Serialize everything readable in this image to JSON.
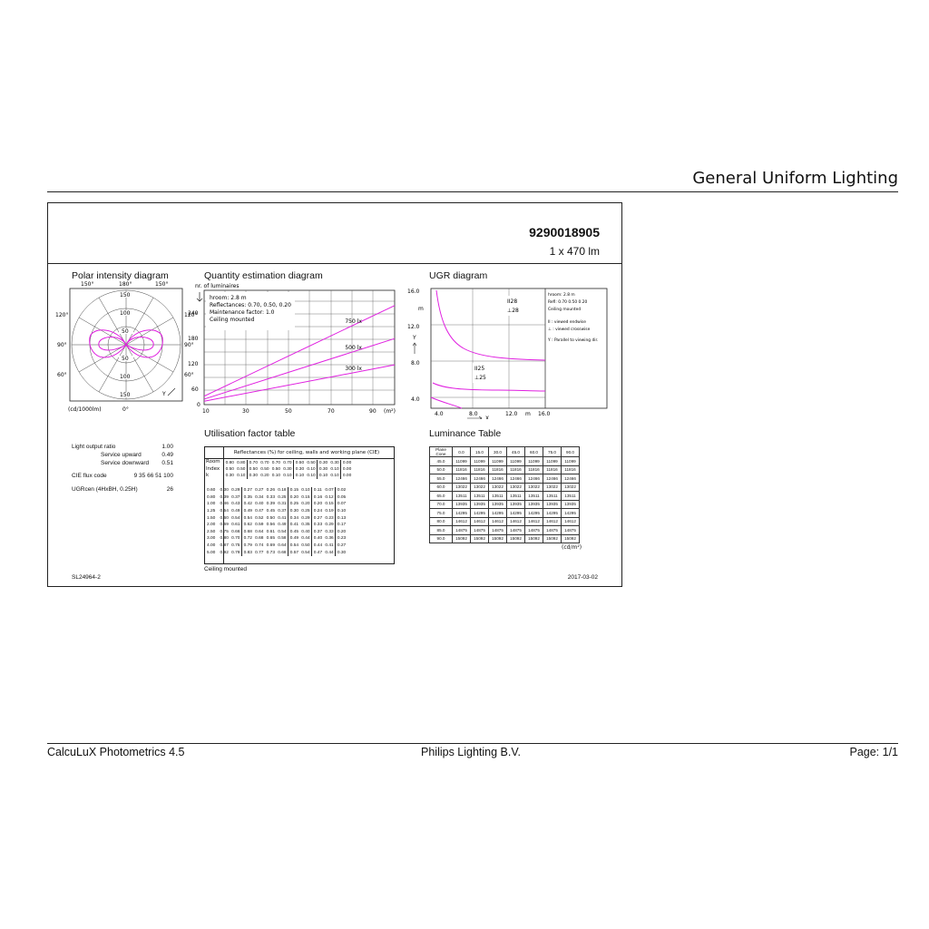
{
  "header": {
    "title": "General Uniform Lighting"
  },
  "sheet": {
    "product_number": "9290018905",
    "lamp_flux": "1 x 470 lm",
    "doc_code": "SL24964-2",
    "date": "2017-03-02"
  },
  "polar": {
    "title": "Polar intensity diagram",
    "top_labels": [
      "150°",
      "180°",
      "150°"
    ],
    "left_labels": [
      "120°",
      "90°",
      "60°"
    ],
    "right_labels": [
      "120°",
      "90°",
      "60°"
    ],
    "ring_labels": [
      "150",
      "100",
      "50",
      "50",
      "100",
      "150"
    ],
    "unit": "(cd/1000lm)",
    "bottom_angle": "0°",
    "gamma_label": "Y"
  },
  "quantity": {
    "title": "Quantity estimation diagram",
    "ylabel": "nr. of luminaires",
    "yticks": [
      "240",
      "180",
      "120",
      "60",
      "0"
    ],
    "xticks": [
      "10",
      "30",
      "50",
      "70",
      "90"
    ],
    "xunit": "(m²)",
    "info": [
      "hroom: 2.8 m",
      "Reflectances: 0.70, 0.50, 0.20",
      "Maintenance factor: 1.0",
      "Ceiling mounted"
    ],
    "series": [
      {
        "name": "750 lx",
        "x": [
          10,
          100
        ],
        "y": [
          20,
          234
        ]
      },
      {
        "name": "500 lx",
        "x": [
          10,
          100
        ],
        "y": [
          13,
          156
        ]
      },
      {
        "name": "300 lx",
        "x": [
          10,
          100
        ],
        "y": [
          8,
          94
        ]
      }
    ],
    "xlim": [
      10,
      100
    ],
    "ylim": [
      0,
      270
    ]
  },
  "ugr": {
    "title": "UGR diagram",
    "yticks": [
      "16.0",
      "12.0",
      "8.0",
      "4.0"
    ],
    "xticks": [
      "4.0",
      "8.0",
      "12.0",
      "16.0"
    ],
    "y_unit": "m",
    "x_unit": "m",
    "y_axis": "Y",
    "x_axis": "X",
    "upper_labels": [
      "II28",
      "⊥28"
    ],
    "lower_labels": [
      "II25",
      "⊥25"
    ],
    "info": [
      "hroom: 2.8 m",
      "Refl: 0.70 0.50 0.20",
      "Ceiling mounted",
      "II : viewed endwise",
      "⊥ : viewed crosswise",
      "Y : Parallel to viewing dir."
    ],
    "xlim": [
      2,
      16
    ],
    "ylim": [
      2,
      16
    ]
  },
  "utilisation": {
    "title": "Utilisation factor table",
    "header": "Reflectances (%) for ceiling, walls and working plane (CIE)",
    "row_head": [
      "Room",
      "Index",
      "k"
    ],
    "refl_rows": [
      [
        "0.80",
        "0.80",
        "0.70",
        "0.70",
        "0.70",
        "0.70",
        "0.50",
        "0.50",
        "0.30",
        "0.30",
        "0.00"
      ],
      [
        "0.50",
        "0.50",
        "0.50",
        "0.50",
        "0.50",
        "0.30",
        "0.30",
        "0.10",
        "0.30",
        "0.10",
        "0.00"
      ],
      [
        "0.30",
        "0.10",
        "0.30",
        "0.20",
        "0.10",
        "0.10",
        "0.10",
        "0.10",
        "0.10",
        "0.10",
        "0.00"
      ]
    ],
    "rows": [
      [
        "0.60",
        "0.30",
        "0.29",
        "0.27",
        "0.27",
        "0.26",
        "0.18",
        "0.15",
        "0.10",
        "0.11",
        "0.07",
        "0.02"
      ],
      [
        "0.80",
        "0.39",
        "0.37",
        "0.35",
        "0.34",
        "0.33",
        "0.25",
        "0.20",
        "0.15",
        "0.16",
        "0.12",
        "0.05"
      ],
      [
        "1.00",
        "0.46",
        "0.43",
        "0.42",
        "0.40",
        "0.39",
        "0.31",
        "0.25",
        "0.20",
        "0.20",
        "0.15",
        "0.07"
      ],
      [
        "1.25",
        "0.54",
        "0.49",
        "0.49",
        "0.47",
        "0.45",
        "0.37",
        "0.30",
        "0.25",
        "0.24",
        "0.19",
        "0.10"
      ],
      [
        "1.50",
        "0.60",
        "0.54",
        "0.54",
        "0.52",
        "0.50",
        "0.41",
        "0.34",
        "0.29",
        "0.27",
        "0.23",
        "0.13"
      ],
      [
        "2.00",
        "0.69",
        "0.61",
        "0.62",
        "0.59",
        "0.56",
        "0.49",
        "0.41",
        "0.35",
        "0.33",
        "0.29",
        "0.17"
      ],
      [
        "2.50",
        "0.75",
        "0.66",
        "0.68",
        "0.64",
        "0.61",
        "0.54",
        "0.45",
        "0.40",
        "0.37",
        "0.33",
        "0.20"
      ],
      [
        "3.00",
        "0.80",
        "0.70",
        "0.72",
        "0.68",
        "0.65",
        "0.58",
        "0.49",
        "0.44",
        "0.40",
        "0.36",
        "0.23"
      ],
      [
        "4.00",
        "0.87",
        "0.75",
        "0.79",
        "0.74",
        "0.69",
        "0.64",
        "0.54",
        "0.50",
        "0.44",
        "0.41",
        "0.27"
      ],
      [
        "5.00",
        "0.92",
        "0.79",
        "0.83",
        "0.77",
        "0.73",
        "0.68",
        "0.57",
        "0.54",
        "0.47",
        "0.44",
        "0.30"
      ]
    ],
    "footer": "Ceiling mounted"
  },
  "luminance": {
    "title": "Luminance Table",
    "head": [
      "Plane",
      "Cone",
      "0.0",
      "15.0",
      "30.0",
      "45.0",
      "60.0",
      "75.0",
      "90.0"
    ],
    "rows": [
      [
        "45.0",
        "11099",
        "11099",
        "11099",
        "11099",
        "11099",
        "11099",
        "11099"
      ],
      [
        "50.0",
        "11816",
        "11816",
        "11816",
        "11816",
        "11816",
        "11816",
        "11816"
      ],
      [
        "55.0",
        "12466",
        "12466",
        "12466",
        "12466",
        "12466",
        "12466",
        "12466"
      ],
      [
        "60.0",
        "13022",
        "13022",
        "13022",
        "13022",
        "13022",
        "13022",
        "13022"
      ],
      [
        "65.0",
        "13511",
        "13511",
        "13511",
        "13511",
        "13511",
        "13511",
        "13511"
      ],
      [
        "70.0",
        "13935",
        "13935",
        "13935",
        "13935",
        "13935",
        "13935",
        "13935"
      ],
      [
        "75.0",
        "14295",
        "14295",
        "14295",
        "14295",
        "14295",
        "14295",
        "14295"
      ],
      [
        "80.0",
        "14612",
        "14612",
        "14612",
        "14612",
        "14612",
        "14612",
        "14612"
      ],
      [
        "85.0",
        "14875",
        "14875",
        "14875",
        "14875",
        "14875",
        "14875",
        "14875"
      ],
      [
        "90.0",
        "15092",
        "15092",
        "15092",
        "15092",
        "15092",
        "15092",
        "15092"
      ]
    ],
    "unit": "(cd/m²)"
  },
  "properties": {
    "light_output_ratio_label": "Light output ratio",
    "light_output_ratio": "1.00",
    "service_upward_label": "Service upward",
    "service_upward": "0.49",
    "service_downward_label": "Service downward",
    "service_downward": "0.51",
    "cie_flux_code_label": "CIE flux code",
    "cie_flux_code": "9 35 66 51 100",
    "ugr_label": "UGRcen (4HxBH, 0.25H)",
    "ugr_value": "26"
  },
  "footer": {
    "left": "CalcuLuX Photometrics 4.5",
    "center": "Philips Lighting B.V.",
    "right": "Page: 1/1"
  },
  "colors": {
    "curve": "#e020e0",
    "grid": "#333333"
  }
}
